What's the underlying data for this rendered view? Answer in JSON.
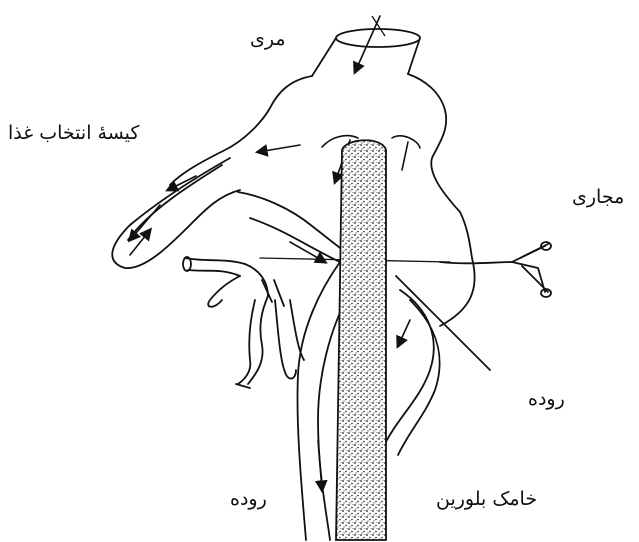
{
  "labels": {
    "esophagus": "مری",
    "food_sorting_sac": "کیسهٔ انتخاب غذا",
    "ducts": "مجاری",
    "intestine_right": "روده",
    "crystalline_style": "خامک بلورین",
    "intestine_bottom": "روده"
  }
}
